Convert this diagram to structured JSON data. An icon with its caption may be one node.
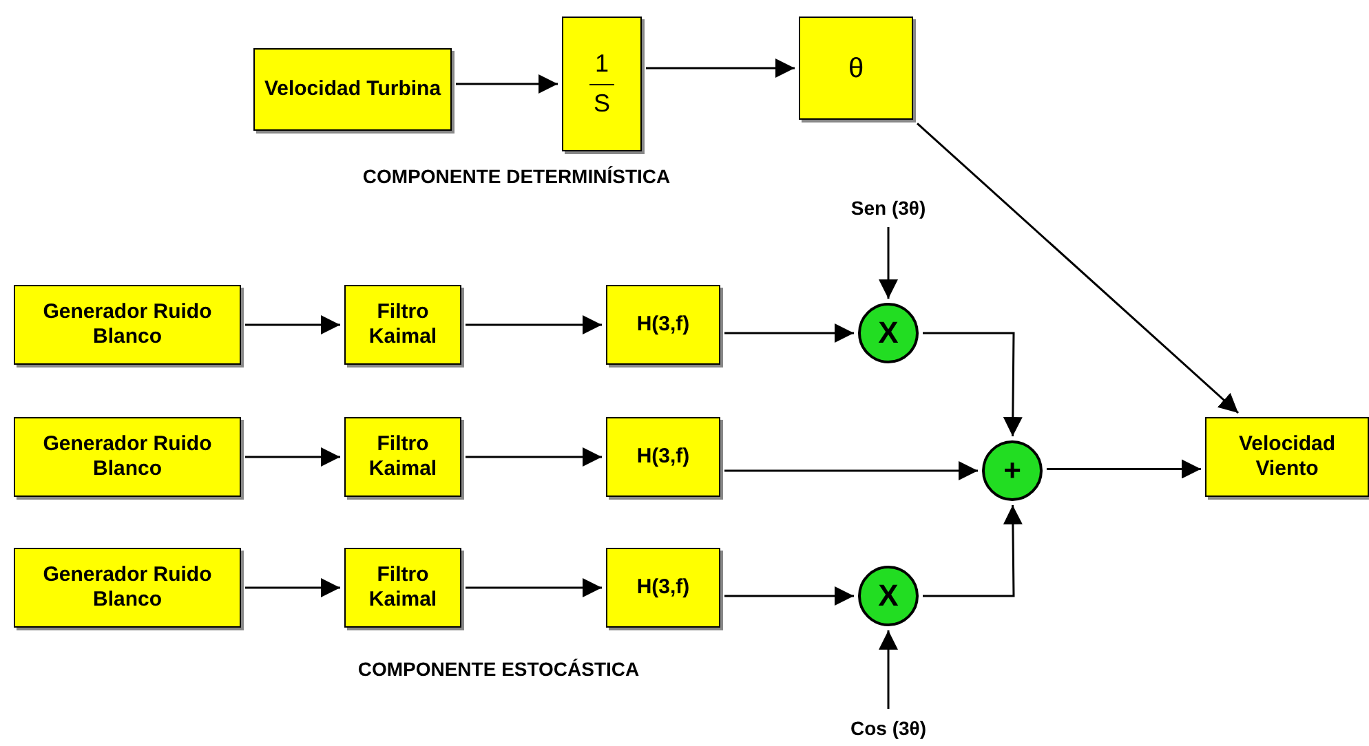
{
  "diagram": {
    "nodes": [
      {
        "text": [
          "Velocidad Turbina"
        ]
      },
      {
        "text": [
          "1",
          "S"
        ]
      },
      {
        "text": [
          "θ"
        ]
      },
      {
        "text": [
          "Generador Ruido  Blanco"
        ]
      },
      {
        "text": [
          "Filtro Kaimal"
        ]
      },
      {
        "text": [
          "H(3,f)"
        ]
      },
      {
        "text": [
          "X"
        ]
      },
      {
        "text": [
          "Sen (3θ)"
        ]
      },
      {
        "text": [
          "Generador Ruido  Blanco"
        ]
      },
      {
        "text": [
          "Filtro Kaimal"
        ]
      },
      {
        "text": [
          "H(3,f)"
        ]
      },
      {
        "text": [
          "+"
        ]
      },
      {
        "text": [
          "Velocidad Viento"
        ]
      },
      {
        "text": [
          "Generador Ruido  Blanco"
        ]
      },
      {
        "text": [
          "Filtro Kaimal"
        ]
      },
      {
        "text": [
          "H(3,f)"
        ]
      },
      {
        "text": [
          "X"
        ]
      },
      {
        "text": [
          "Cos (3θ)"
        ]
      }
    ],
    "edges": [
      {
        "from": 0,
        "to": 1,
        "arrow": "to"
      },
      {
        "from": 1,
        "to": 2,
        "arrow": "to"
      },
      {
        "from": 2,
        "to": 12,
        "arrow": "to"
      },
      {
        "from": 7,
        "to": 6,
        "arrow": "to"
      },
      {
        "from": 3,
        "to": 4,
        "arrow": "to"
      },
      {
        "from": 4,
        "to": 5,
        "arrow": "to"
      },
      {
        "from": 5,
        "to": 6,
        "arrow": "to"
      },
      {
        "from": 6,
        "to": 11,
        "arrow": "to"
      },
      {
        "from": 8,
        "to": 9,
        "arrow": "to"
      },
      {
        "from": 9,
        "to": 10,
        "arrow": "to"
      },
      {
        "from": 10,
        "to": 11,
        "arrow": "to"
      },
      {
        "from": 11,
        "to": 12,
        "arrow": "to"
      },
      {
        "from": 13,
        "to": 14,
        "arrow": "to"
      },
      {
        "from": 14,
        "to": 15,
        "arrow": "to"
      },
      {
        "from": 15,
        "to": 16,
        "arrow": "to"
      },
      {
        "from": 16,
        "to": 11,
        "arrow": "to"
      },
      {
        "from": 17,
        "to": 16,
        "arrow": "to"
      }
    ],
    "labels": [
      "COMPONENTE DETERMINÍSTICA",
      "COMPONENTE ESTOCÁSTICA"
    ]
  }
}
